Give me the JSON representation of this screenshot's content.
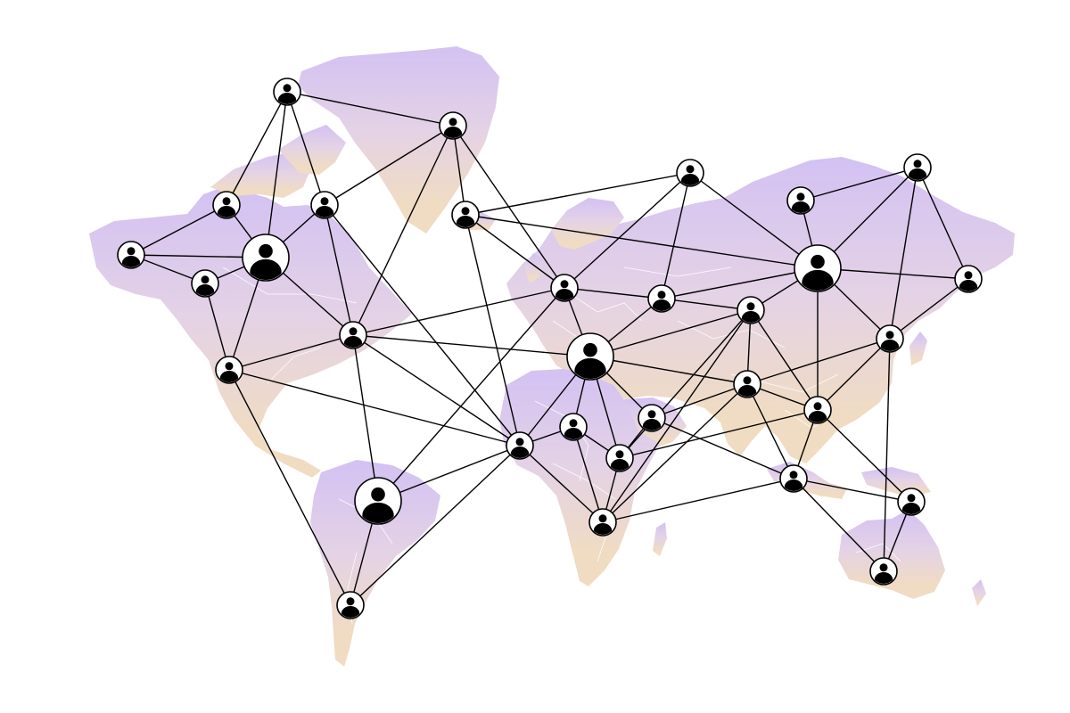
{
  "illustration": {
    "subject": "global-social-network",
    "icon": "person-avatar-icon",
    "colors": {
      "land_top": "#d3c1f3",
      "land_mid": "#e4d2e6",
      "land_bottom": "#f0dcc2",
      "border": "#ffffff",
      "link": "#000000",
      "node_fill": "#ffffff",
      "node_stroke": "#000000"
    },
    "nodes": [
      {
        "id": "n1",
        "name": "user-node-greenland-west",
        "hub": false
      },
      {
        "id": "n2",
        "name": "user-node-scandinavia-north",
        "hub": false
      },
      {
        "id": "n3",
        "name": "user-node-canada-northwest",
        "hub": false
      },
      {
        "id": "n4",
        "name": "user-node-canada-northeast",
        "hub": false
      },
      {
        "id": "n5",
        "name": "user-node-alaska",
        "hub": false
      },
      {
        "id": "n6",
        "name": "user-node-canada-central-hub",
        "hub": true
      },
      {
        "id": "n7",
        "name": "user-node-canada-west",
        "hub": false
      },
      {
        "id": "n8",
        "name": "user-node-scandinavia",
        "hub": false
      },
      {
        "id": "n9",
        "name": "user-node-russia-north",
        "hub": false
      },
      {
        "id": "n10",
        "name": "user-node-siberia",
        "hub": false
      },
      {
        "id": "n11",
        "name": "user-node-russia-far-northeast",
        "hub": false
      },
      {
        "id": "n12",
        "name": "user-node-russia-hub",
        "hub": true
      },
      {
        "id": "n13",
        "name": "user-node-kamchatka",
        "hub": false
      },
      {
        "id": "n14",
        "name": "user-node-western-europe",
        "hub": false
      },
      {
        "id": "n15",
        "name": "user-node-eastern-europe",
        "hub": false
      },
      {
        "id": "n16",
        "name": "user-node-central-asia",
        "hub": false
      },
      {
        "id": "n17",
        "name": "user-node-usa-east",
        "hub": false
      },
      {
        "id": "n18",
        "name": "user-node-usa-west",
        "hub": false
      },
      {
        "id": "n19",
        "name": "user-node-middle-east-hub",
        "hub": true
      },
      {
        "id": "n20",
        "name": "user-node-east-asia",
        "hub": false
      },
      {
        "id": "n21",
        "name": "user-node-india",
        "hub": false
      },
      {
        "id": "n22",
        "name": "user-node-southeast-asia",
        "hub": false
      },
      {
        "id": "n23",
        "name": "user-node-arabia",
        "hub": false
      },
      {
        "id": "n24",
        "name": "user-node-west-africa",
        "hub": false
      },
      {
        "id": "n25",
        "name": "user-node-sahara",
        "hub": false
      },
      {
        "id": "n26",
        "name": "user-node-central-africa",
        "hub": false
      },
      {
        "id": "n27",
        "name": "user-node-brazil-hub",
        "hub": true
      },
      {
        "id": "n28",
        "name": "user-node-indonesia",
        "hub": false
      },
      {
        "id": "n29",
        "name": "user-node-new-guinea",
        "hub": false
      },
      {
        "id": "n30",
        "name": "user-node-southern-africa",
        "hub": false
      },
      {
        "id": "n31",
        "name": "user-node-australia",
        "hub": false
      },
      {
        "id": "n32",
        "name": "user-node-argentina",
        "hub": false
      }
    ],
    "links": [
      [
        "n1",
        "n2"
      ],
      [
        "n1",
        "n3"
      ],
      [
        "n1",
        "n6"
      ],
      [
        "n1",
        "n4"
      ],
      [
        "n3",
        "n5"
      ],
      [
        "n3",
        "n6"
      ],
      [
        "n5",
        "n6"
      ],
      [
        "n5",
        "n7"
      ],
      [
        "n7",
        "n6"
      ],
      [
        "n4",
        "n6"
      ],
      [
        "n4",
        "n17"
      ],
      [
        "n4",
        "n2"
      ],
      [
        "n2",
        "n8"
      ],
      [
        "n2",
        "n17"
      ],
      [
        "n2",
        "n14"
      ],
      [
        "n6",
        "n17"
      ],
      [
        "n6",
        "n18"
      ],
      [
        "n7",
        "n18"
      ],
      [
        "n18",
        "n17"
      ],
      [
        "n18",
        "n24"
      ],
      [
        "n18",
        "n32"
      ],
      [
        "n17",
        "n14"
      ],
      [
        "n17",
        "n19"
      ],
      [
        "n17",
        "n27"
      ],
      [
        "n17",
        "n24"
      ],
      [
        "n4",
        "n24"
      ],
      [
        "n8",
        "n9"
      ],
      [
        "n8",
        "n12"
      ],
      [
        "n8",
        "n14"
      ],
      [
        "n8",
        "n24"
      ],
      [
        "n9",
        "n15"
      ],
      [
        "n9",
        "n14"
      ],
      [
        "n9",
        "n12"
      ],
      [
        "n10",
        "n12"
      ],
      [
        "n11",
        "n12"
      ],
      [
        "n11",
        "n10"
      ],
      [
        "n11",
        "n13"
      ],
      [
        "n11",
        "n20"
      ],
      [
        "n12",
        "n13"
      ],
      [
        "n12",
        "n15"
      ],
      [
        "n12",
        "n16"
      ],
      [
        "n12",
        "n20"
      ],
      [
        "n12",
        "n22"
      ],
      [
        "n14",
        "n15"
      ],
      [
        "n14",
        "n19"
      ],
      [
        "n14",
        "n27"
      ],
      [
        "n15",
        "n16"
      ],
      [
        "n15",
        "n19"
      ],
      [
        "n16",
        "n19"
      ],
      [
        "n16",
        "n21"
      ],
      [
        "n16",
        "n22"
      ],
      [
        "n16",
        "n26"
      ],
      [
        "n16",
        "n30"
      ],
      [
        "n13",
        "n20"
      ],
      [
        "n20",
        "n21"
      ],
      [
        "n20",
        "n22"
      ],
      [
        "n20",
        "n31"
      ],
      [
        "n19",
        "n21"
      ],
      [
        "n19",
        "n24"
      ],
      [
        "n19",
        "n25"
      ],
      [
        "n19",
        "n26"
      ],
      [
        "n19",
        "n23"
      ],
      [
        "n21",
        "n22"
      ],
      [
        "n21",
        "n23"
      ],
      [
        "n21",
        "n28"
      ],
      [
        "n21",
        "n30"
      ],
      [
        "n22",
        "n28"
      ],
      [
        "n23",
        "n26"
      ],
      [
        "n23",
        "n28"
      ],
      [
        "n24",
        "n25"
      ],
      [
        "n24",
        "n27"
      ],
      [
        "n24",
        "n30"
      ],
      [
        "n24",
        "n32"
      ],
      [
        "n25",
        "n26"
      ],
      [
        "n25",
        "n30"
      ],
      [
        "n26",
        "n30"
      ],
      [
        "n27",
        "n32"
      ],
      [
        "n28",
        "n29"
      ],
      [
        "n28",
        "n31"
      ],
      [
        "n22",
        "n29"
      ],
      [
        "n29",
        "n31"
      ],
      [
        "n30",
        "n28"
      ],
      [
        "n22",
        "n26"
      ]
    ]
  }
}
